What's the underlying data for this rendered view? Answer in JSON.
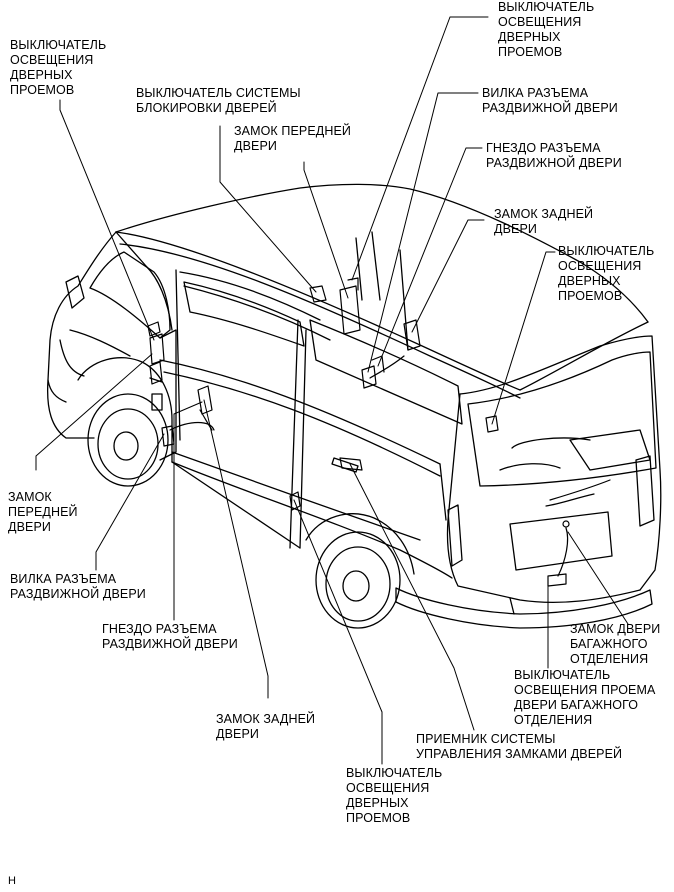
{
  "labels": {
    "interior_light_sw_left": [
      "ВЫКЛЮЧАТЕЛЬ",
      "ОСВЕЩЕНИЯ",
      "ДВЕРНЫХ",
      "ПРОЕМОВ"
    ],
    "door_lock_control_sw": [
      "ВЫКЛЮЧАТЕЛЬ СИСТЕМЫ",
      "БЛОКИРОВКИ ДВЕРЕЙ"
    ],
    "front_door_lock_top": [
      "ЗАМОК ПЕРЕДНЕЙ",
      "ДВЕРИ"
    ],
    "interior_light_sw_top": [
      "ВЫКЛЮЧАТЕЛЬ",
      "ОСВЕЩЕНИЯ",
      "ДВЕРНЫХ",
      "ПРОЕМОВ"
    ],
    "sliding_door_plug_top": [
      "ВИЛКА РАЗЪЕМА",
      "РАЗДВИЖНОЙ ДВЕРИ"
    ],
    "sliding_door_socket_top": [
      "ГНЕЗДО РАЗЪЕМА",
      "РАЗДВИЖНОЙ ДВЕРИ"
    ],
    "rear_door_lock_top": [
      "ЗАМОК ЗАДНЕЙ",
      "ДВЕРИ"
    ],
    "interior_light_sw_right": [
      "ВЫКЛЮЧАТЕЛЬ",
      "ОСВЕЩЕНИЯ",
      "ДВЕРНЫХ",
      "ПРОЕМОВ"
    ],
    "front_door_lock_left": [
      "ЗАМОК",
      "ПЕРЕДНЕЙ",
      "ДВЕРИ"
    ],
    "sliding_door_plug_left": [
      "ВИЛКА РАЗЪЕМА",
      "РАЗДВИЖНОЙ ДВЕРИ"
    ],
    "sliding_door_socket_bottom": [
      "ГНЕЗДО РАЗЪЕМА",
      "РАЗДВИЖНОЙ ДВЕРИ"
    ],
    "rear_door_lock_bottom": [
      "ЗАМОК ЗАДНЕЙ",
      "ДВЕРИ"
    ],
    "interior_light_sw_bottom": [
      "ВЫКЛЮЧАТЕЛЬ",
      "ОСВЕЩЕНИЯ",
      "ДВЕРНЫХ",
      "ПРОЕМОВ"
    ],
    "door_lock_receiver": [
      "ПРИЕМНИК СИСТЕМЫ",
      "УПРАВЛЕНИЯ ЗАМКАМИ ДВЕРЕЙ"
    ],
    "luggage_door_light_sw": [
      "ВЫКЛЮЧАТЕЛЬ",
      "ОСВЕЩЕНИЯ ПРОЕМА",
      "ДВЕРИ БАГАЖНОГО",
      "ОТДЕЛЕНИЯ"
    ],
    "luggage_door_lock": [
      "ЗАМОК ДВЕРИ",
      "БАГАЖНОГО",
      "ОТДЕЛЕНИЯ"
    ]
  },
  "figure_code": "H"
}
